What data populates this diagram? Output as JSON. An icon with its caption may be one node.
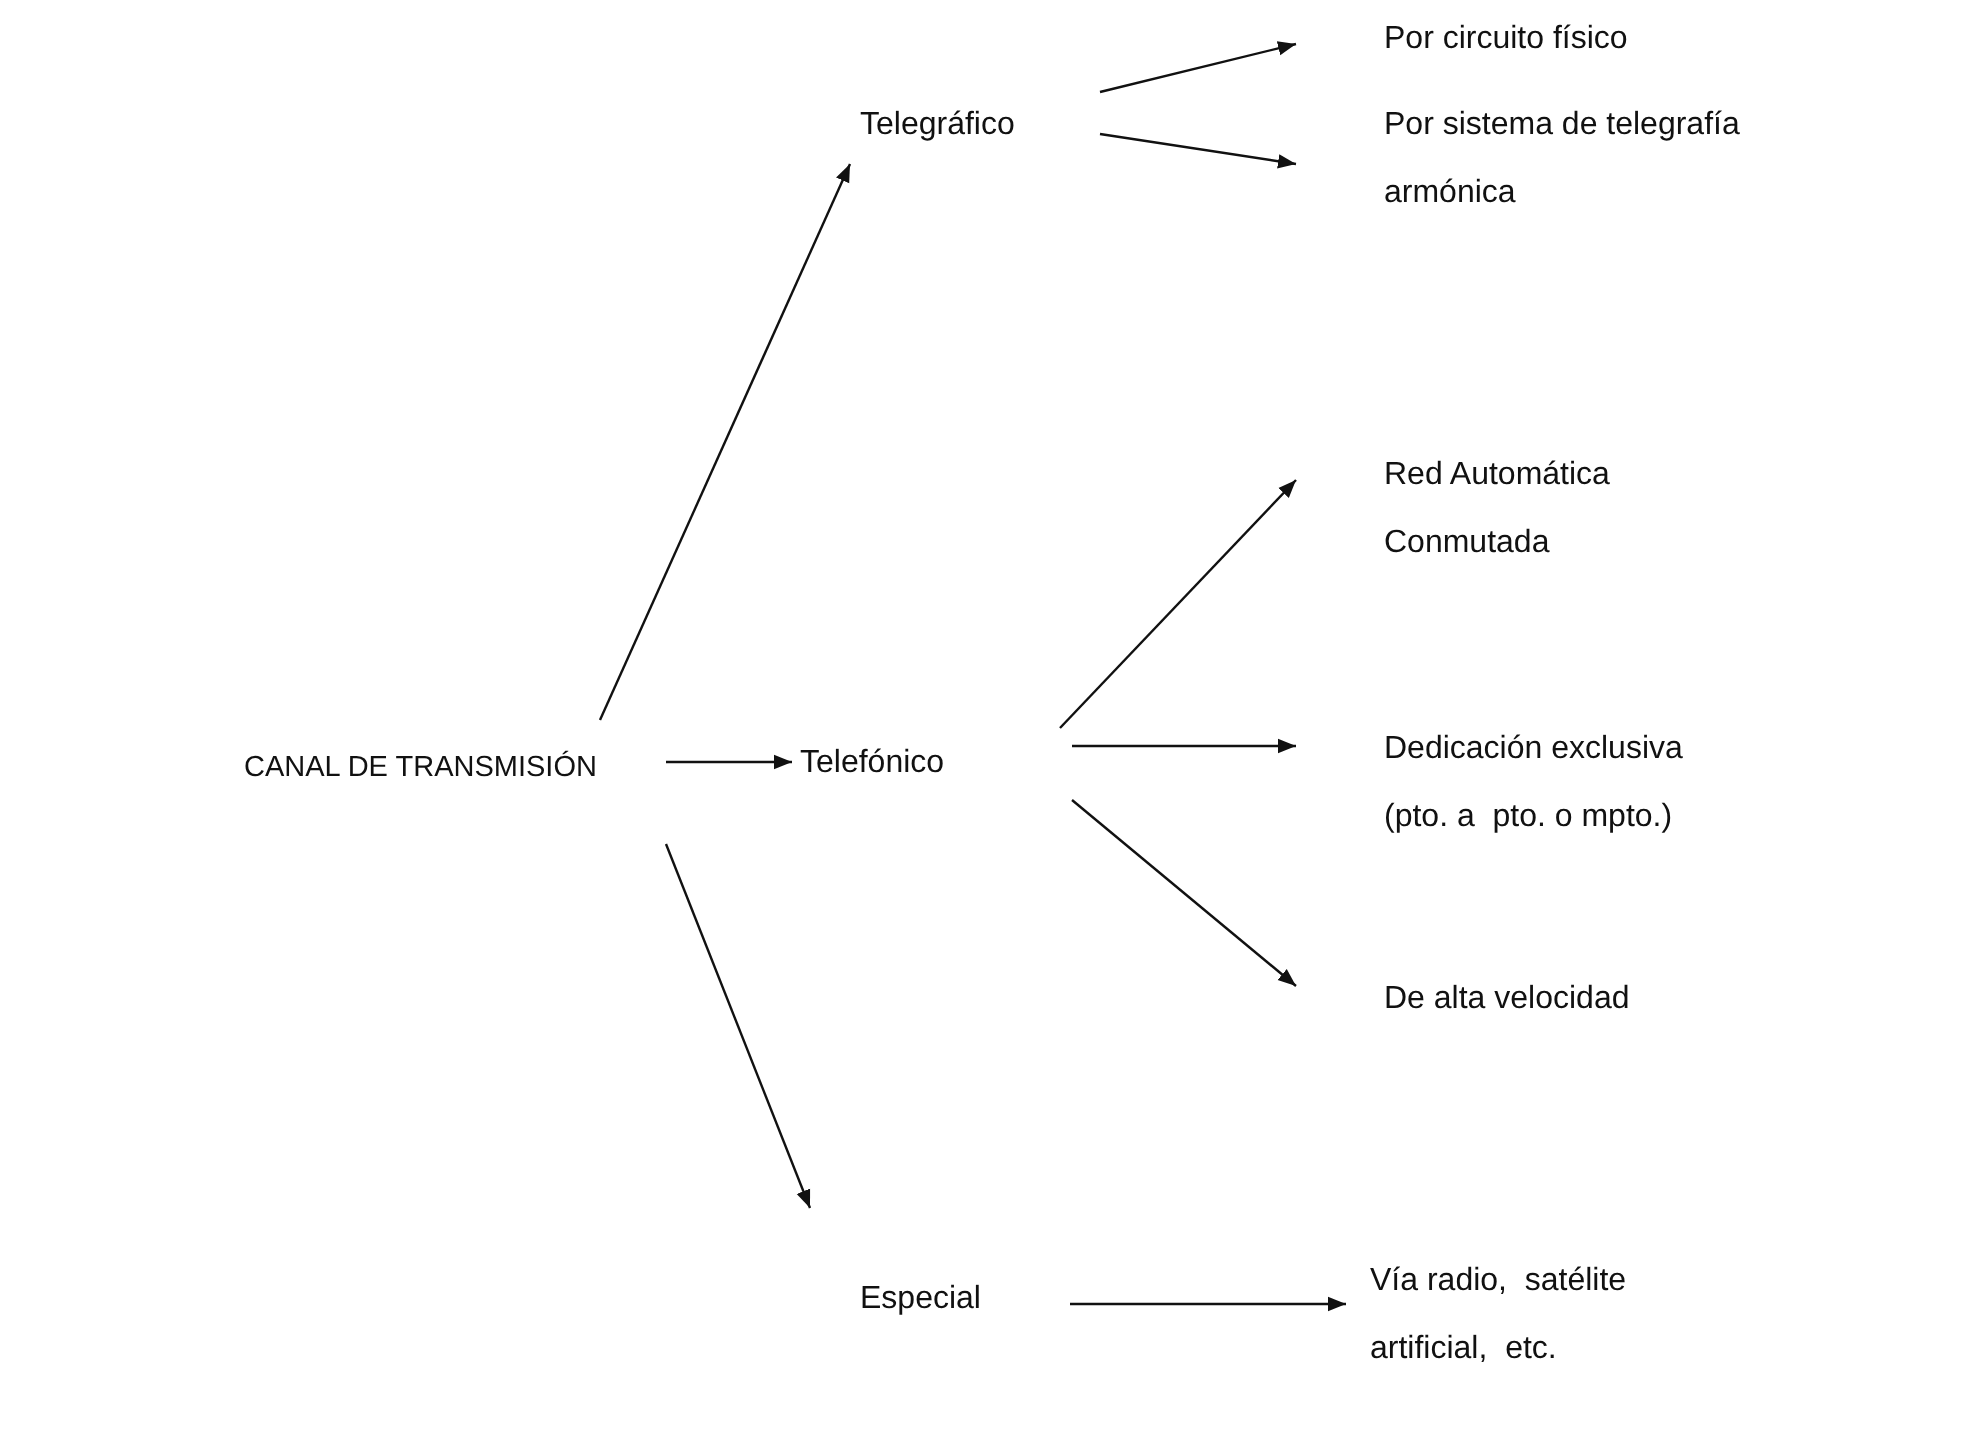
{
  "diagram": {
    "nodes": [
      {
        "text": [
          "CANAL DE TRANSMISIÓN"
        ]
      },
      {
        "text": [
          "Telegráfico"
        ]
      },
      {
        "text": [
          "Por circuito físico"
        ]
      },
      {
        "text": [
          "Por sistema de telegrafía armónica"
        ]
      },
      {
        "text": [
          "Telefónico"
        ]
      },
      {
        "text": [
          "Red Automática Conmutada"
        ]
      },
      {
        "text": [
          "Dedicación exclusiva (pto. a  pto. o mpto.)"
        ]
      },
      {
        "text": [
          "De alta velocidad"
        ]
      },
      {
        "text": [
          "Especial"
        ]
      },
      {
        "text": [
          "Vía radio,  satélite artificial,  etc."
        ]
      }
    ],
    "edges": [
      {
        "from": 0,
        "to": 1,
        "arrow": "to"
      },
      {
        "from": 0,
        "to": 4,
        "arrow": "to"
      },
      {
        "from": 0,
        "to": 8,
        "arrow": "to"
      },
      {
        "from": 1,
        "to": 2,
        "arrow": "to"
      },
      {
        "from": 1,
        "to": 3,
        "arrow": "to"
      },
      {
        "from": 4,
        "to": 5,
        "arrow": "to"
      },
      {
        "from": 4,
        "to": 6,
        "arrow": "to"
      },
      {
        "from": 4,
        "to": 7,
        "arrow": "to"
      },
      {
        "from": 8,
        "to": 9,
        "arrow": "to"
      }
    ]
  }
}
